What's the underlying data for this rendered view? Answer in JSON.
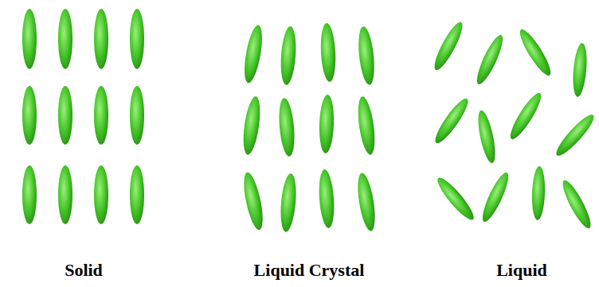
{
  "diagram": {
    "labels": [
      "Solid",
      "Liquid Crystal",
      "Liquid"
    ]
  }
}
